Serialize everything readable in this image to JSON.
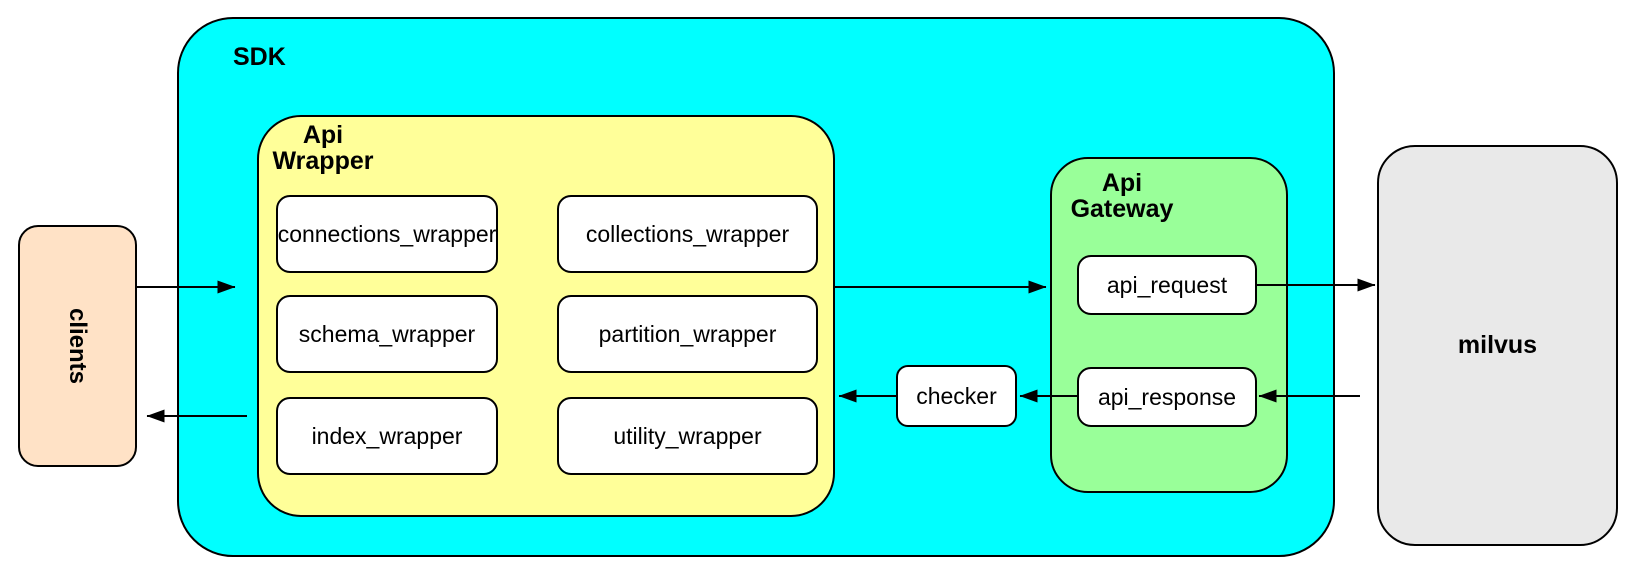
{
  "colors": {
    "page_bg": "#ffffff",
    "sdk_fill": "#00ffff",
    "wrapper_fill": "#ffff99",
    "gateway_fill": "#99ff99",
    "clients_fill": "#ffe2c6",
    "milvus_fill": "#e9e9e9",
    "node_fill": "#ffffff",
    "stroke": "#000000"
  },
  "nodes": {
    "clients": "clients",
    "sdk": "SDK",
    "api_wrapper_title": "Api\nWrapper",
    "modules": [
      "connections_wrapper",
      "collections_wrapper",
      "schema_wrapper",
      "partition_wrapper",
      "index_wrapper",
      "utility_wrapper"
    ],
    "checker": "checker",
    "api_gateway_title": "Api\nGateway",
    "api_request": "api_request",
    "api_response": "api_response",
    "milvus": "milvus"
  }
}
